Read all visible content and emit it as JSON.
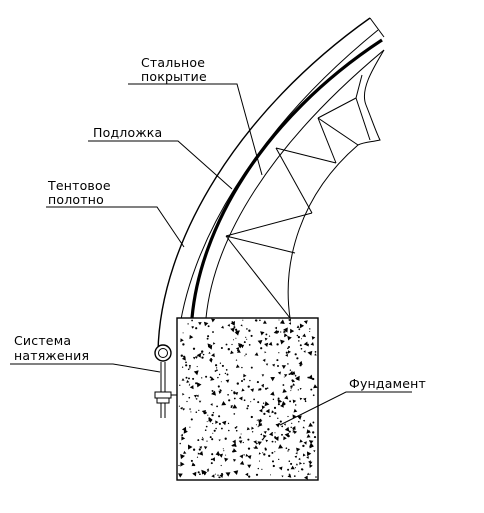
{
  "labels": {
    "steel_cover_line1": "Стальное",
    "steel_cover_line2": "покрытие",
    "substrate": "Подложка",
    "tent_fabric_line1": "Тентовое",
    "tent_fabric_line2": "полотно",
    "tension_system_line1": "Система",
    "tension_system_line2": "натяжения",
    "foundation": "Фундамент"
  },
  "colors": {
    "line": "#000000",
    "background": "#ffffff"
  }
}
